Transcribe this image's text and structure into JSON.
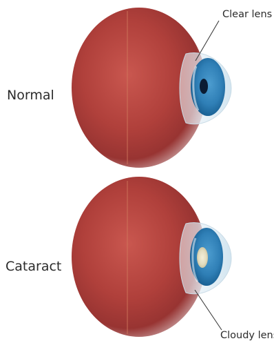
{
  "rows": [
    {
      "label": "Normal",
      "lens_state": "clear",
      "callout": "Clear lens"
    },
    {
      "label": "Cataract",
      "lens_state": "cloudy",
      "callout": "Cloudy lens"
    }
  ],
  "colors": {
    "globe": "#b5453f",
    "globe_dark": "#8e2e2e",
    "iris": "#2f7fb6",
    "iris_dark": "#155a8c",
    "pupil": "#0b1c33",
    "cloudy_lens": "#e7e3c9",
    "cornea": "#dfeef7"
  }
}
